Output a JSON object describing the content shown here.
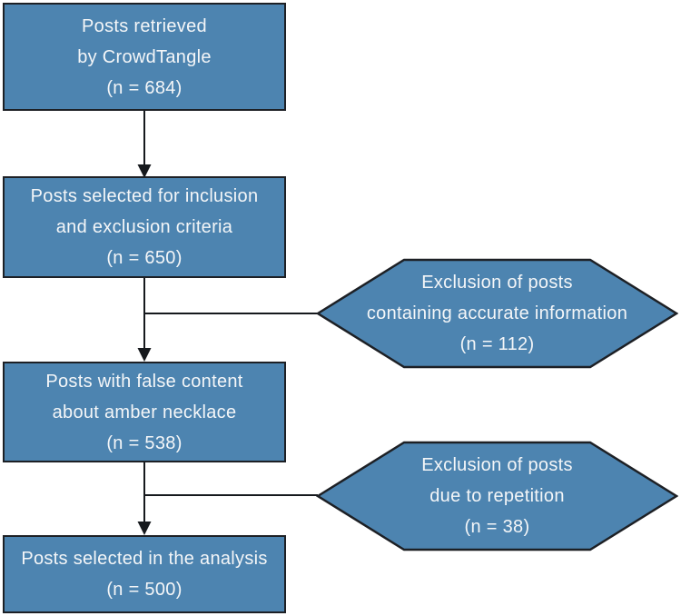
{
  "diagram": {
    "type": "flowchart",
    "colors": {
      "node_fill": "#4d84b0",
      "node_border": "#1d2025",
      "connector": "#16191d",
      "text": "#f4f6f8",
      "background": "#ffffff"
    },
    "nodes": [
      {
        "id": "posts-retrieved",
        "shape": "rectangle",
        "count": 684,
        "text": "Posts retrieved\nby CrowdTangle\n(n = 684)"
      },
      {
        "id": "posts-selected-criteria",
        "shape": "rectangle",
        "count": 650,
        "text": "Posts selected for inclusion\nand exclusion criteria\n(n = 650)"
      },
      {
        "id": "exclusion-accurate-information",
        "shape": "hexagon",
        "count": 112,
        "text": "Exclusion of posts\ncontaining accurate information\n(n = 112)"
      },
      {
        "id": "posts-false-content",
        "shape": "rectangle",
        "count": 538,
        "text": "Posts with false content\nabout amber necklace\n(n = 538)"
      },
      {
        "id": "exclusion-repetition",
        "shape": "hexagon",
        "count": 38,
        "text": "Exclusion of posts\ndue to repetition\n(n = 38)"
      },
      {
        "id": "posts-selected-analysis",
        "shape": "rectangle",
        "count": 500,
        "text": "Posts selected in the analysis\n(n = 500)"
      }
    ],
    "edges": [
      {
        "from": "posts-retrieved",
        "to": "posts-selected-criteria",
        "style": "arrow"
      },
      {
        "from": "posts-selected-criteria",
        "to": "posts-false-content",
        "style": "arrow"
      },
      {
        "from": "posts-selected-criteria",
        "to": "exclusion-accurate-information",
        "style": "plain-branch"
      },
      {
        "from": "posts-false-content",
        "to": "posts-selected-analysis",
        "style": "arrow"
      },
      {
        "from": "posts-false-content",
        "to": "exclusion-repetition",
        "style": "plain-branch"
      }
    ]
  }
}
